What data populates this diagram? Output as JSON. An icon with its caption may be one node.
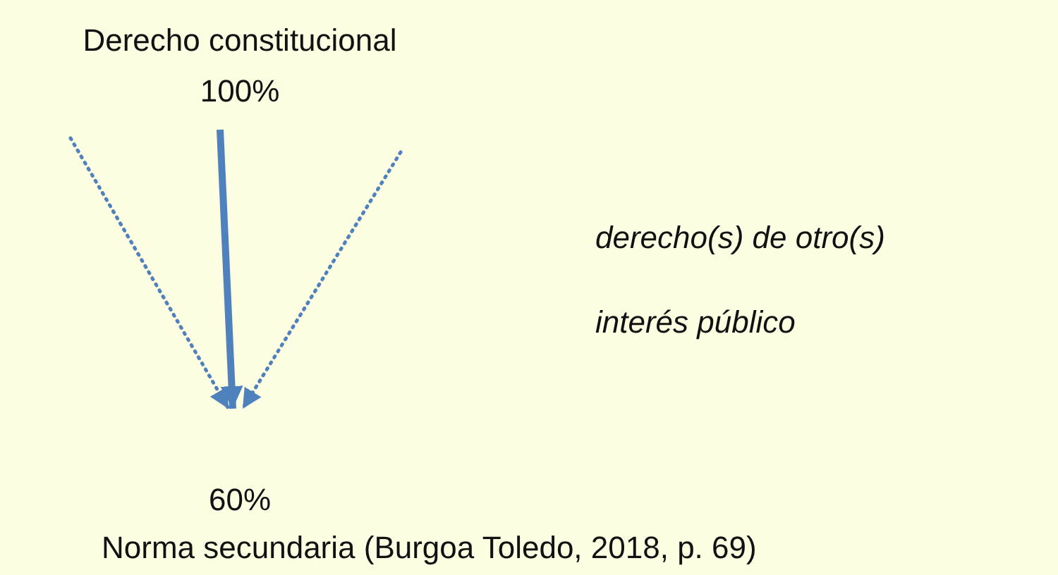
{
  "diagram": {
    "nodes": [
      {
        "text": [
          "Derecho constitucional",
          "100%"
        ]
      },
      {
        "text": [
          "60%",
          "Norma secundaria (Burgoa Toledo, 2018, p. 69)"
        ]
      }
    ],
    "edges": [
      {
        "from": 0,
        "to": 1,
        "arrow": "to",
        "style": "thick"
      },
      {
        "from": null,
        "to": 1,
        "arrow": "to",
        "style": "dashed"
      },
      {
        "from": null,
        "to": 1,
        "arrow": "to",
        "style": "dashed"
      }
    ],
    "labels": [
      "derecho(s) de otro(s)",
      "interés público"
    ]
  }
}
